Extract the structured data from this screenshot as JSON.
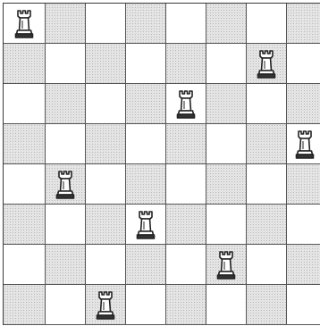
{
  "board": {
    "files": 8,
    "ranks": 8,
    "light_square_color": "#ffffff",
    "dark_square_color": "#e4e4e4",
    "pieces": [
      {
        "type": "rook",
        "color": "white",
        "row": 0,
        "col": 0
      },
      {
        "type": "rook",
        "color": "white",
        "row": 1,
        "col": 6
      },
      {
        "type": "rook",
        "color": "white",
        "row": 2,
        "col": 4
      },
      {
        "type": "rook",
        "color": "white",
        "row": 3,
        "col": 7
      },
      {
        "type": "rook",
        "color": "white",
        "row": 4,
        "col": 1
      },
      {
        "type": "rook",
        "color": "white",
        "row": 5,
        "col": 3
      },
      {
        "type": "rook",
        "color": "white",
        "row": 6,
        "col": 5
      },
      {
        "type": "rook",
        "color": "white",
        "row": 7,
        "col": 2
      }
    ]
  }
}
